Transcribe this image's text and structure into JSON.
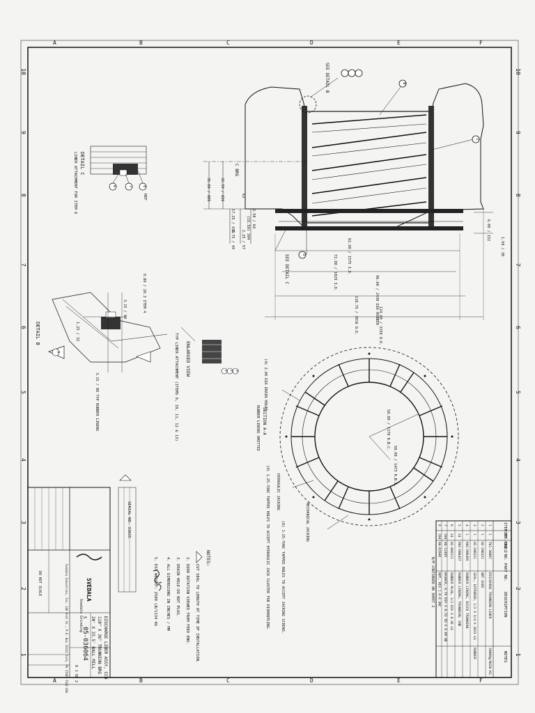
{
  "border": {
    "top_letters": [
      "A",
      "B",
      "C",
      "D",
      "E",
      "F"
    ],
    "bottom_letters": [
      "A",
      "B",
      "C",
      "D",
      "E",
      "F"
    ],
    "side_numbers": [
      "10",
      "9",
      "8",
      "7",
      "6",
      "5",
      "4",
      "3",
      "2",
      "1"
    ]
  },
  "bom": {
    "headers": [
      "ITEM NO.",
      "QTY REQ'D",
      "DWG. NO. PART NO.",
      "DESCRIPTION",
      "NOTES"
    ],
    "rows": [
      [
        "1",
        "1",
        "Tb1-30067",
        "DISCHARGE TRUNNION LINER",
        "20000g/NGSW KG"
      ],
      [
        "2",
        "1",
        "02-206321",
        "NOT USED",
        ""
      ],
      [
        "3",
        "1",
        "02-206321",
        "SEAL, EXTRUDED, 1/2 X 3/4 X 2623 LG",
        "RUBBER"
      ],
      [
        "4",
        "1",
        "R02-R06495",
        "RUBBER LINING, DISCH TRUNNION",
        ""
      ],
      [
        "5",
        "24",
        "R02-R06457",
        "RUBBER LINING, TRUNNION, SMD",
        ""
      ],
      [
        "6",
        "24",
        "02-060111",
        "RUBBER PLUG, 3/2 DIA X 0.38 LG",
        ""
      ],
      [
        "7",
        "204",
        "04-12405",
        "WASHER, 0.78 DIA X 0.53 ID X 0.09 HD",
        ""
      ],
      [
        "8",
        "204",
        "04-02048",
        "NUT, HEX 1.0-8 UNC",
        ""
      ]
    ],
    "continued": "B/M CONTINUED ON SHEET 2"
  },
  "section_view": {
    "see_detail_b": "SEE DETAIL B",
    "see_detail_c": "SEE DETAIL C",
    "callouts": [
      "8",
      "1",
      "5",
      "6",
      "7",
      "8"
    ],
    "dims": [
      "32.50 / 826",
      "35.00 / 889",
      "63",
      "(15.50) 394",
      "17.25 / 438",
      "2.50 / 64",
      "2.25 / 57",
      "1.75 / 44",
      "6.00 / 152",
      "1.50 / 38",
      "62.00 / 1575 I.D.",
      "72.00 / 1829 I.D.",
      "96.00 / 2438 DIA RUBBER",
      "118.75 / 3016 O.D.",
      "124.00 / 3150 O.D."
    ],
    "brg_label": "C BRG"
  },
  "detail_c": {
    "title": "DETAIL C",
    "subtitle": "LINER ATTACHMENT FOR ITEM 6",
    "callouts": [
      "6",
      "7",
      "8"
    ],
    "ref": "REF"
  },
  "detail_b": {
    "title": "DETAIL B",
    "note1": "0.80 / 20.3 ITEM 4",
    "note2": "3.15 / 80",
    "note3": "3.15 / 80 TYP RUBBER LINING",
    "note4": "1.25 / 32",
    "callout": "3"
  },
  "enlarged": {
    "title": "ENLARGED VIEW",
    "desc": "TYP LINER ATTACHMENT (ITEMS 6, 10, 11, 12 & 13)",
    "callouts": [
      "1",
      "2",
      "3"
    ]
  },
  "end_view": {
    "holes_note": "(4) 2.00 DIA DRAIN HOLES",
    "section_label": "SECTION A-A",
    "section_sub": "RUBBER LINING OMITTED",
    "dim1": "58.00 / 1473 R.B.C.",
    "dim2": "50.00 / 1270 R.B.C.",
    "tapped_note1": "(6) 1-25-7UNC TAPPED HOLES TO ACCEPT JACKING SCREWS.",
    "tapped_note2": "(4) 1.25-7UNC TAPPED HOLES TO ACCEPT HYDRAULIC JACK CLUSTER FOR DISMANTLING.",
    "jack1": "MECHANICAL JACKING",
    "jack2": "HYDRAULIC JACKING"
  },
  "notes": {
    "title": "NOTES:",
    "items": [
      "1. CUT SEAL TO LENGTH AT TIME OF INSTALLATION.",
      "2. DOOR ROTATION VIEWED FROM FEED END.",
      "3. DRAIN HOLE-DO NOT PLUG.",
      "4. ALL DIMENSIONS IN INCHES / MM",
      "5. EST WEIGHT: 2500 LB/1134 KG"
    ],
    "serial": "SERIAL NO. 33025"
  },
  "title_block": {
    "company": "SVEDALA",
    "company_sub": "Svedala Grinding",
    "address": "Svedala Industries, Inc. 240 Arch St., P.O. Box 15312 York, PA 17405-7312 USA",
    "title1": "DISCHARGE LINER ASSY, CCW",
    "title2": "110\" X 36\" TRUNNION BRG",
    "title3": "20' X 33.5' BALL MILL",
    "size": "S",
    "dwg_no": "05-036064",
    "rev": "0",
    "sheet": "1 OF 2",
    "do_not_scale": "DO NOT SCALE",
    "signature": "Hill 5"
  }
}
